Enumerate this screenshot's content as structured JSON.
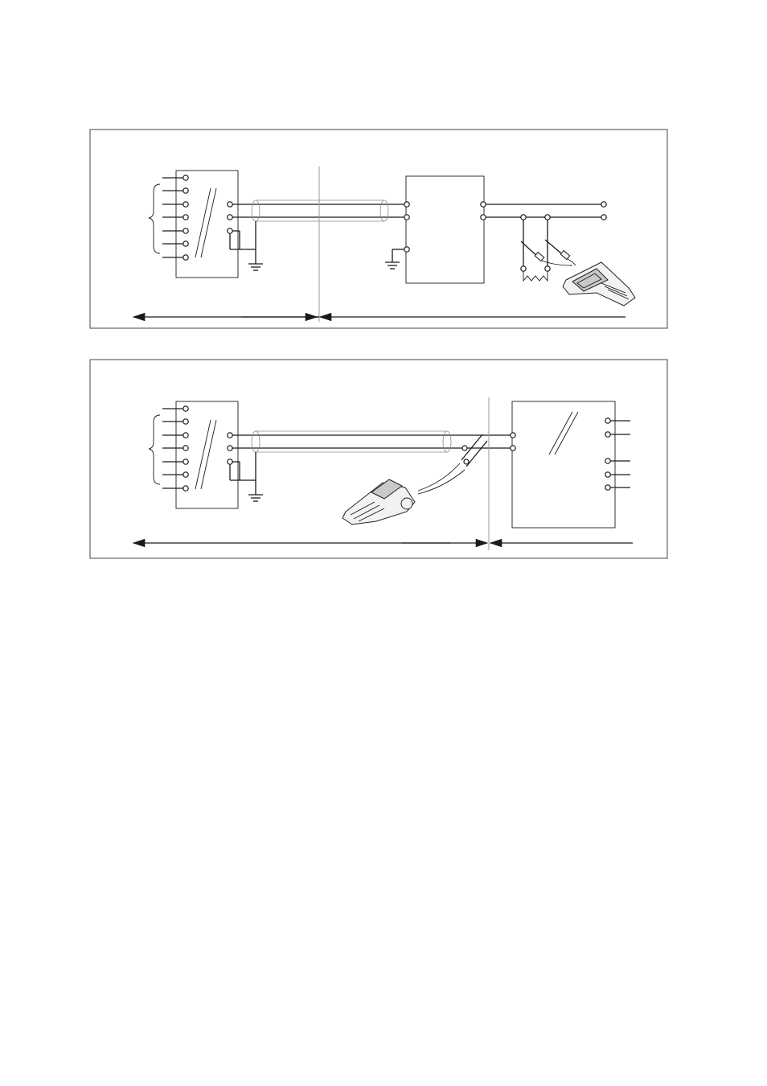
{
  "page": {
    "background": "#ffffff",
    "line_color": "#1a1a1a"
  },
  "diagrams": [
    {
      "name": "diagram-1",
      "left_module_inputs": 7,
      "right_module_terminals": 2,
      "instrument_icon": "handheld-communicator-icon"
    },
    {
      "name": "diagram-2",
      "left_module_inputs": 7,
      "right_module_terminals": 5,
      "instrument_icon": "handheld-communicator-icon"
    }
  ]
}
